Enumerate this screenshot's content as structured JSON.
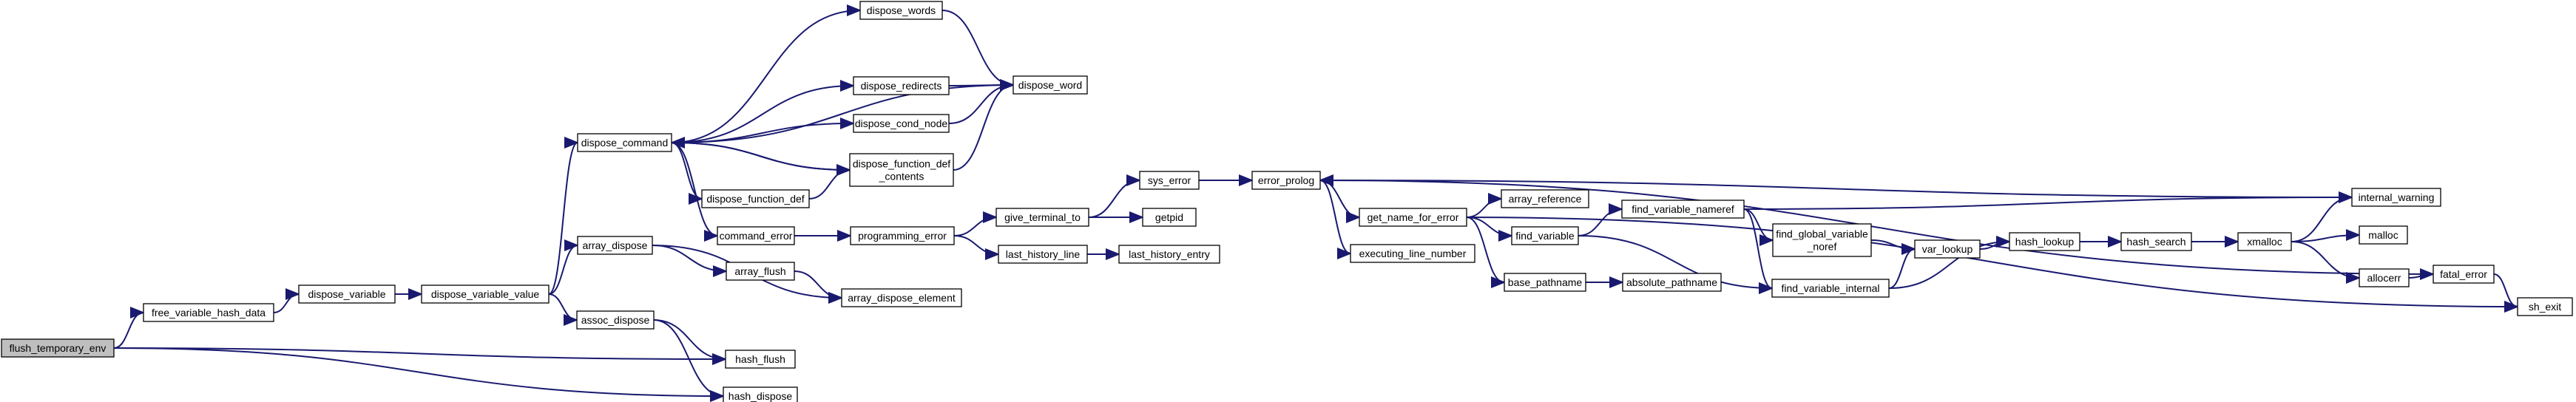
{
  "graph": {
    "type": "call graph",
    "colors": {
      "edge": "#191970",
      "node_fill": "#ffffff",
      "root_fill": "#bfbfbf",
      "node_border": "#000000"
    },
    "nodes": {
      "flush_temporary_env": "flush_temporary_env",
      "free_variable_hash_data": "free_variable_hash_data",
      "dispose_variable": "dispose_variable",
      "dispose_variable_value": "dispose_variable_value",
      "dispose_command": "dispose_command",
      "dispose_words": "dispose_words",
      "dispose_word": "dispose_word",
      "dispose_redirects": "dispose_redirects",
      "dispose_cond_node": "dispose_cond_node",
      "dispose_function_def_contents": [
        "dispose_function_def",
        "_contents"
      ],
      "dispose_function_def": "dispose_function_def",
      "command_error": "command_error",
      "programming_error": "programming_error",
      "give_terminal_to": "give_terminal_to",
      "sys_error": "sys_error",
      "getpid": "getpid",
      "last_history_line": "last_history_line",
      "last_history_entry": "last_history_entry",
      "error_prolog": "error_prolog",
      "get_name_for_error": "get_name_for_error",
      "array_reference": "array_reference",
      "find_variable": "find_variable",
      "find_variable_nameref": "find_variable_nameref",
      "find_global_variable_noref": [
        "find_global_variable",
        "_noref"
      ],
      "internal_warning": "internal_warning",
      "executing_line_number": "executing_line_number",
      "base_pathname": "base_pathname",
      "absolute_pathname": "absolute_pathname",
      "find_variable_internal": "find_variable_internal",
      "var_lookup": "var_lookup",
      "hash_lookup": "hash_lookup",
      "hash_search": "hash_search",
      "xmalloc": "xmalloc",
      "malloc": "malloc",
      "allocerr": "allocerr",
      "fatal_error": "fatal_error",
      "sh_exit": "sh_exit",
      "array_dispose": "array_dispose",
      "array_flush": "array_flush",
      "array_dispose_element": "array_dispose_element",
      "assoc_dispose": "assoc_dispose",
      "hash_flush": "hash_flush",
      "hash_dispose": "hash_dispose"
    },
    "edges": [
      [
        "flush_temporary_env",
        "free_variable_hash_data"
      ],
      [
        "flush_temporary_env",
        "hash_flush"
      ],
      [
        "flush_temporary_env",
        "hash_dispose"
      ],
      [
        "free_variable_hash_data",
        "dispose_variable"
      ],
      [
        "dispose_variable",
        "dispose_variable_value"
      ],
      [
        "dispose_variable_value",
        "dispose_command"
      ],
      [
        "dispose_variable_value",
        "array_dispose"
      ],
      [
        "dispose_variable_value",
        "assoc_dispose"
      ],
      [
        "dispose_command",
        "dispose_words"
      ],
      [
        "dispose_command",
        "dispose_word"
      ],
      [
        "dispose_command",
        "dispose_redirects"
      ],
      [
        "dispose_command",
        "dispose_cond_node"
      ],
      [
        "dispose_command",
        "dispose_function_def_contents"
      ],
      [
        "dispose_command",
        "dispose_function_def"
      ],
      [
        "dispose_command",
        "command_error"
      ],
      [
        "dispose_words",
        "dispose_word"
      ],
      [
        "dispose_redirects",
        "dispose_word"
      ],
      [
        "dispose_cond_node",
        "dispose_word"
      ],
      [
        "dispose_function_def_contents",
        "dispose_word"
      ],
      [
        "dispose_function_def_contents",
        "dispose_command"
      ],
      [
        "dispose_function_def",
        "dispose_function_def_contents"
      ],
      [
        "command_error",
        "programming_error"
      ],
      [
        "programming_error",
        "give_terminal_to"
      ],
      [
        "programming_error",
        "last_history_line"
      ],
      [
        "give_terminal_to",
        "sys_error"
      ],
      [
        "give_terminal_to",
        "getpid"
      ],
      [
        "last_history_line",
        "last_history_entry"
      ],
      [
        "sys_error",
        "error_prolog"
      ],
      [
        "error_prolog",
        "get_name_for_error"
      ],
      [
        "error_prolog",
        "executing_line_number"
      ],
      [
        "get_name_for_error",
        "array_reference"
      ],
      [
        "get_name_for_error",
        "find_variable"
      ],
      [
        "get_name_for_error",
        "base_pathname"
      ],
      [
        "get_name_for_error",
        "sh_exit"
      ],
      [
        "find_variable",
        "find_variable_nameref"
      ],
      [
        "find_variable",
        "find_variable_internal"
      ],
      [
        "find_variable_nameref",
        "internal_warning"
      ],
      [
        "find_variable_nameref",
        "find_global_variable_noref"
      ],
      [
        "find_variable_nameref",
        "find_variable_internal"
      ],
      [
        "find_global_variable_noref",
        "var_lookup"
      ],
      [
        "find_variable_internal",
        "var_lookup"
      ],
      [
        "find_variable_internal",
        "hash_lookup"
      ],
      [
        "var_lookup",
        "hash_lookup"
      ],
      [
        "hash_lookup",
        "hash_search"
      ],
      [
        "hash_search",
        "xmalloc"
      ],
      [
        "xmalloc",
        "internal_warning"
      ],
      [
        "xmalloc",
        "malloc"
      ],
      [
        "xmalloc",
        "allocerr"
      ],
      [
        "allocerr",
        "fatal_error"
      ],
      [
        "fatal_error",
        "error_prolog"
      ],
      [
        "fatal_error",
        "sh_exit"
      ],
      [
        "internal_warning",
        "error_prolog"
      ],
      [
        "base_pathname",
        "absolute_pathname"
      ],
      [
        "array_dispose",
        "array_flush"
      ],
      [
        "array_dispose",
        "array_dispose_element"
      ],
      [
        "array_flush",
        "array_dispose_element"
      ],
      [
        "assoc_dispose",
        "hash_flush"
      ],
      [
        "assoc_dispose",
        "hash_dispose"
      ]
    ]
  }
}
